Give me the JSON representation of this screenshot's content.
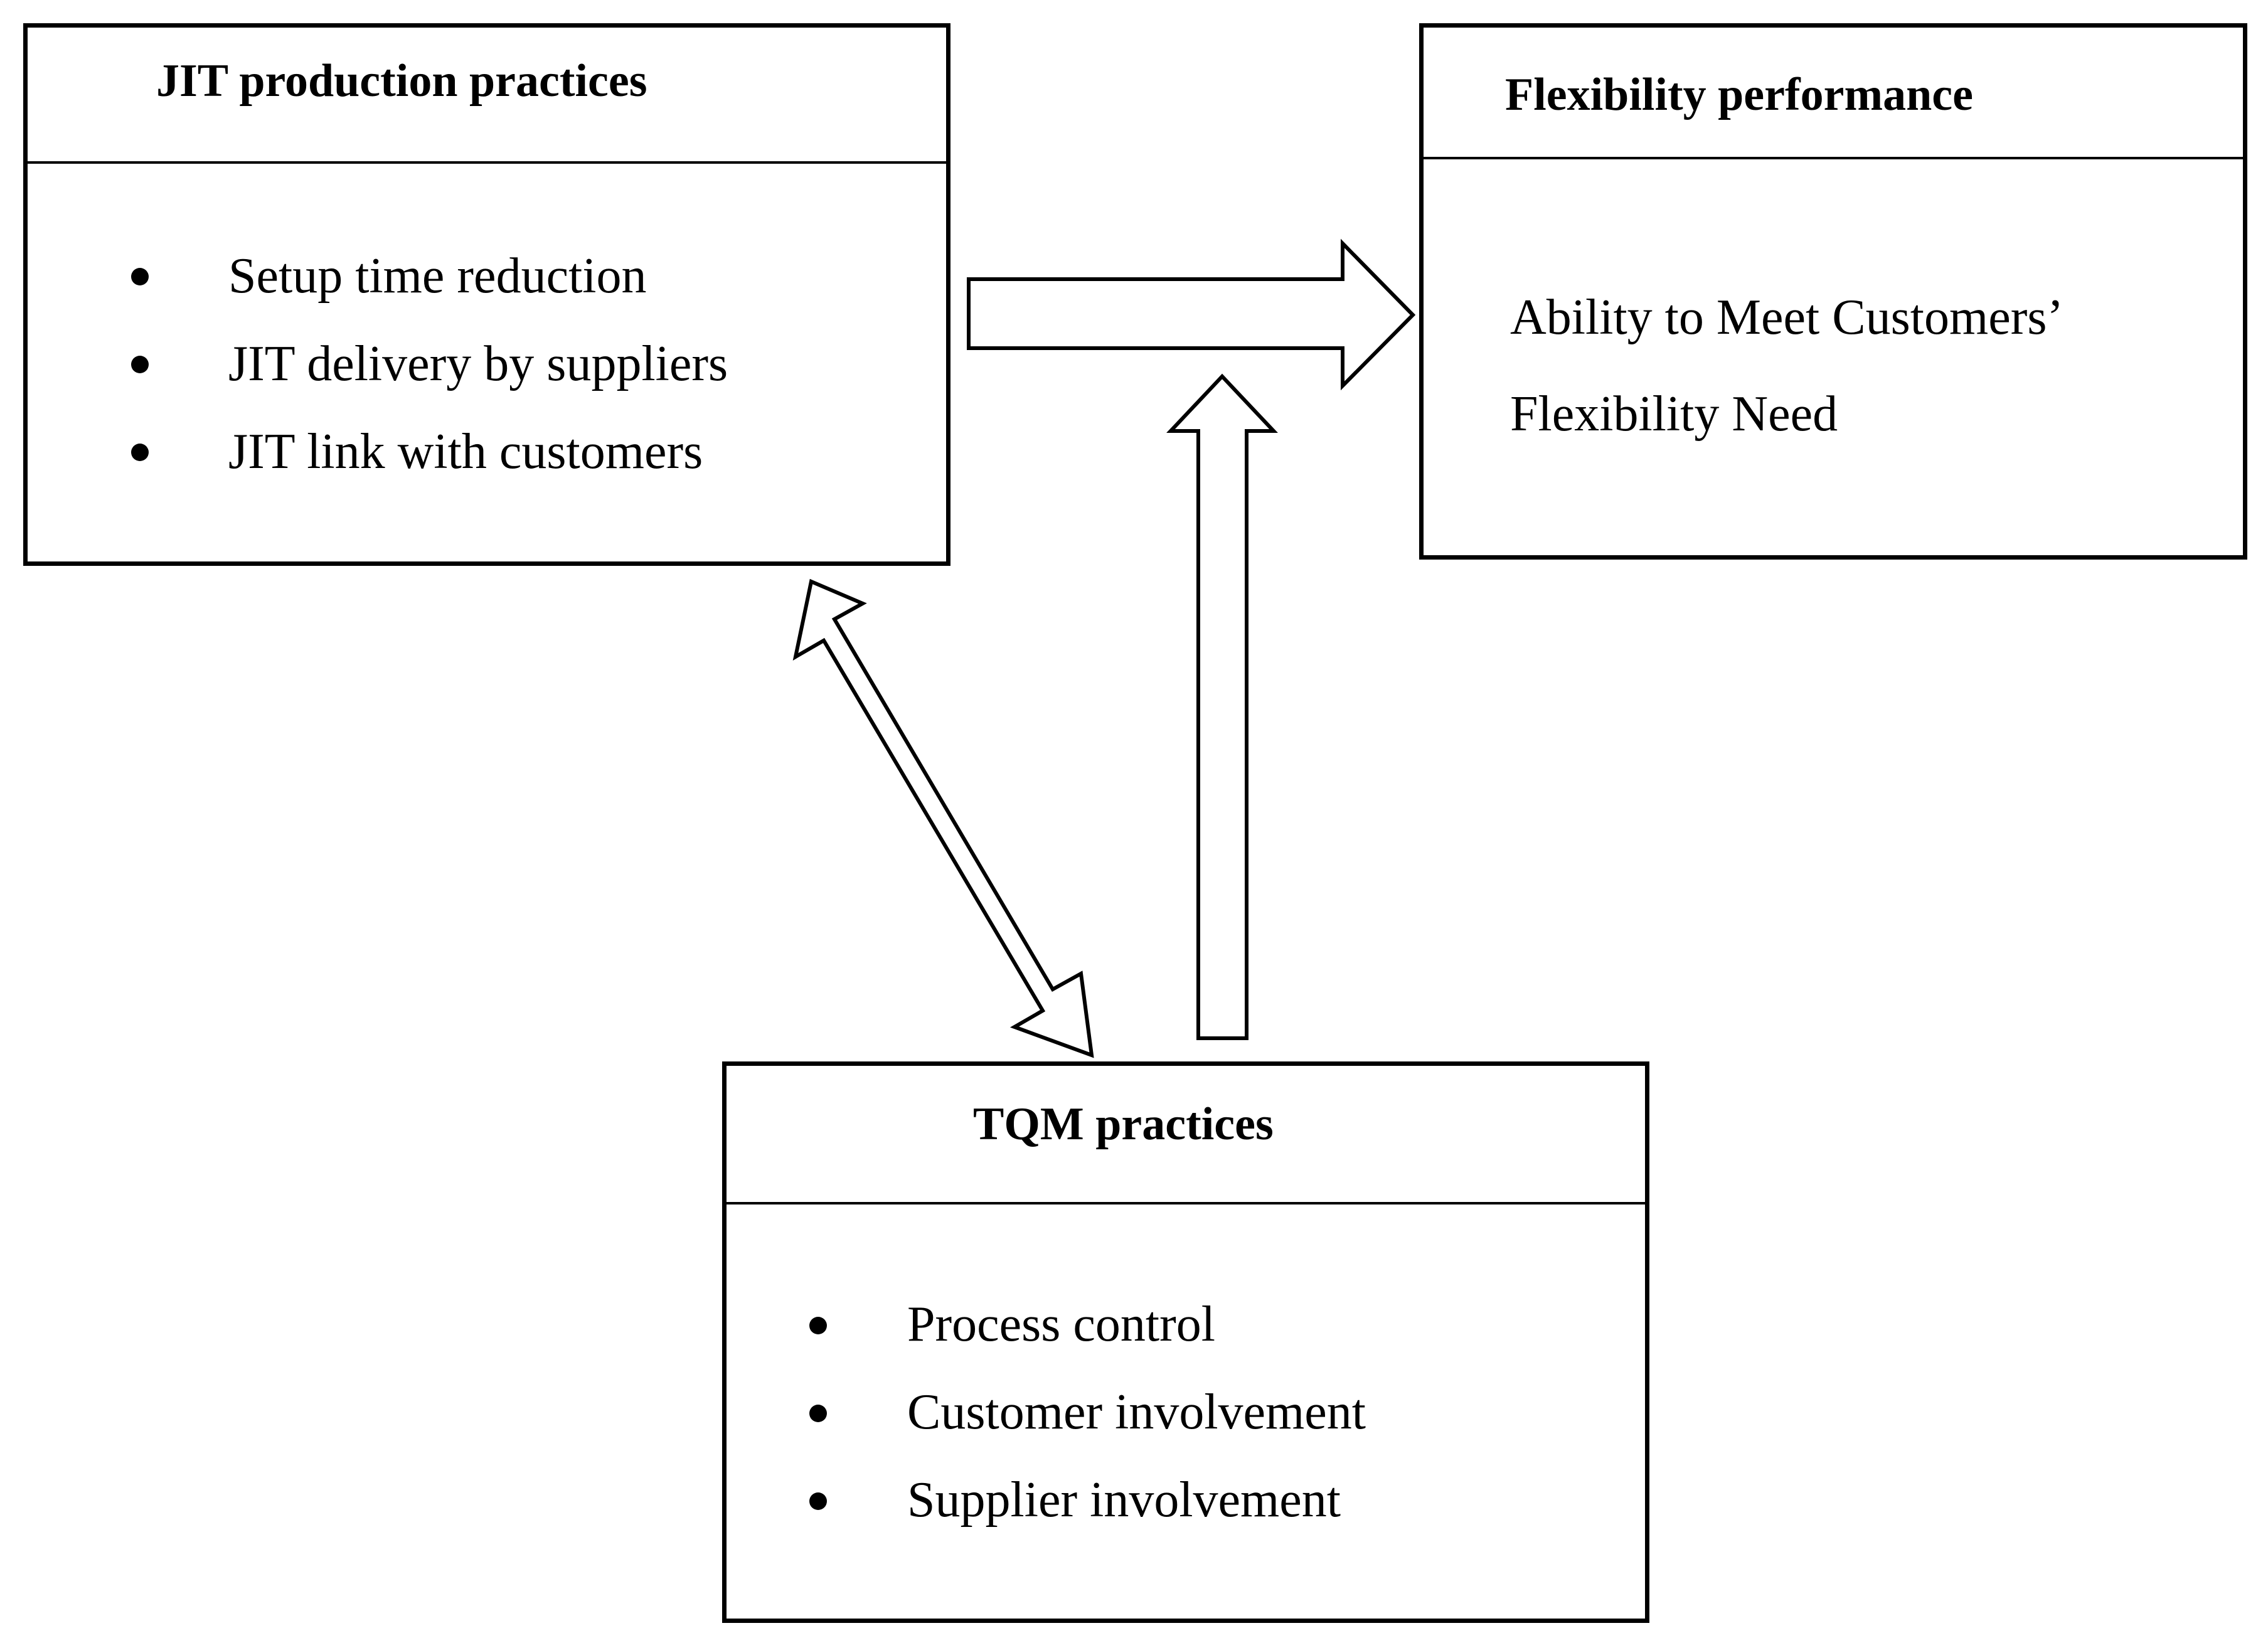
{
  "jit_box": {
    "title": "JIT production  practices",
    "items": [
      "Setup time reduction",
      "JIT delivery by suppliers",
      "JIT link with customers"
    ]
  },
  "flex_box": {
    "title": "Flexibility  performance",
    "body_lines": [
      "Ability to Meet Customers’",
      "Flexibility Need"
    ]
  },
  "tqm_box": {
    "title": "TQM practices",
    "items": [
      "Process control",
      "Customer involvement",
      "Supplier involvement"
    ]
  },
  "colors": {
    "stroke": "#000000",
    "fill": "#ffffff"
  }
}
